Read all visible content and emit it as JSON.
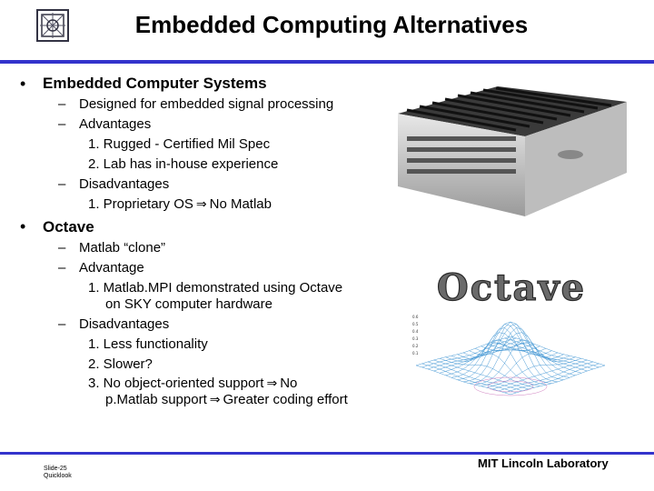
{
  "title": "Embedded Computing Alternatives",
  "section1": {
    "heading": "Embedded Computer Systems",
    "items": [
      "Designed for embedded signal processing",
      "Advantages",
      "Disadvantages"
    ],
    "advantages": [
      "1. Rugged - Certified Mil Spec",
      "2. Lab has in-house experience"
    ],
    "disadvantage_a": "1. Proprietary OS",
    "disadvantage_b": "No Matlab"
  },
  "section2": {
    "heading": "Octave",
    "items": [
      "Matlab “clone”",
      "Advantage",
      "Disadvantages"
    ],
    "advantage_1": "1. Matlab.MPI demonstrated using Octave",
    "advantage_1_cont": "on SKY computer hardware",
    "dis_1": "1. Less functionality",
    "dis_2": "2. Slower?",
    "dis_3a": "3. No object-oriented support",
    "dis_3b": "No",
    "dis_3c": "p.Matlab support",
    "dis_3d": "Greater coding effort"
  },
  "octave_logo_text": "Octave",
  "footer": {
    "lab": "MIT Lincoln Laboratory",
    "slide": "Slide-25",
    "author": "Quicklook"
  },
  "colors": {
    "accent": "#3333cc"
  }
}
